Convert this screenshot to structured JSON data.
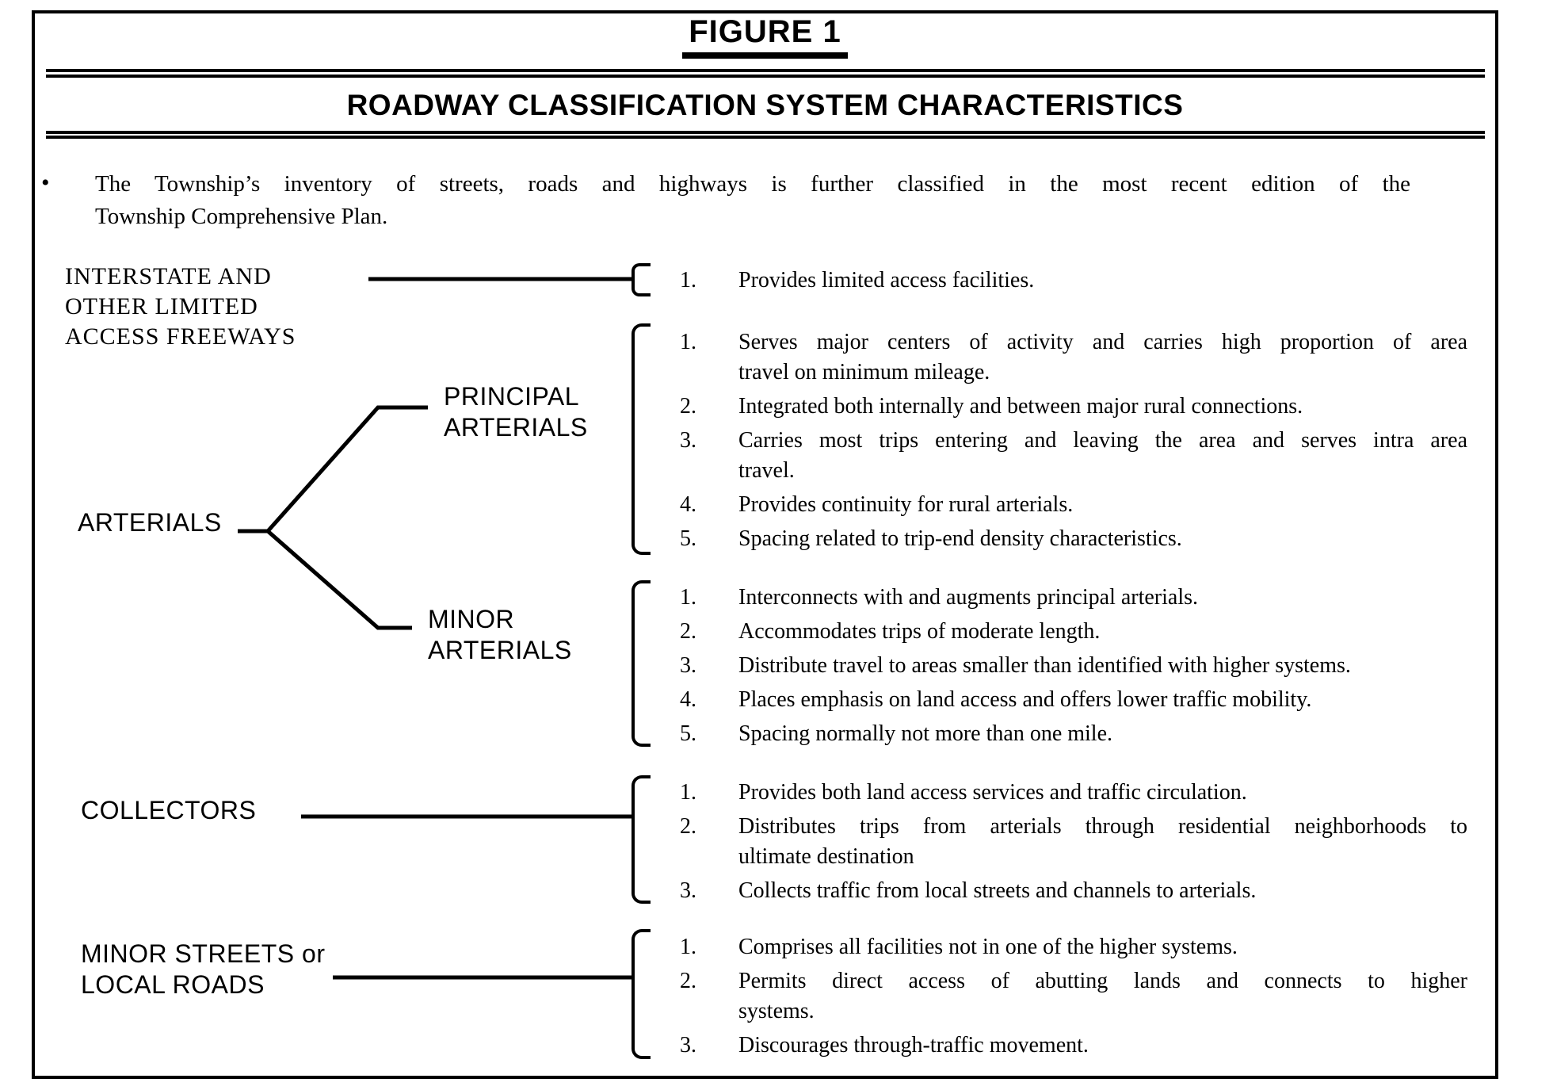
{
  "header": {
    "figure_label": "FIGURE 1",
    "title": "ROADWAY CLASSIFICATION SYSTEM CHARACTERISTICS"
  },
  "intro": {
    "bullet": "•",
    "line1": "The Township’s inventory of streets, roads and highways is further classified in the most recent edition of the",
    "line2": "Township Comprehensive Plan."
  },
  "diagram": {
    "interstate": {
      "label_lines": [
        "INTERSTATE AND",
        "OTHER LIMITED",
        "ACCESS FREEWAYS"
      ],
      "items": [
        {
          "num": "1.",
          "text": "Provides limited access facilities."
        }
      ]
    },
    "arterials": {
      "label": "ARTERIALS"
    },
    "principal": {
      "label_lines": [
        "PRINCIPAL",
        "ARTERIALS"
      ],
      "items": [
        {
          "num": "1.",
          "line1": "Serves major centers of activity and carries high proportion of area",
          "line2": "travel on minimum mileage."
        },
        {
          "num": "2.",
          "text": "Integrated both internally and between major rural connections."
        },
        {
          "num": "3.",
          "line1": "Carries most trips entering and leaving the area and serves intra area",
          "line2": "travel."
        },
        {
          "num": "4.",
          "text": "Provides continuity for rural arterials."
        },
        {
          "num": "5.",
          "text": "Spacing related to trip-end density characteristics."
        }
      ]
    },
    "minor_arterials": {
      "label_lines": [
        "MINOR",
        "ARTERIALS"
      ],
      "items": [
        {
          "num": "1.",
          "text": "Interconnects with and augments principal arterials."
        },
        {
          "num": "2.",
          "text": "Accommodates trips of moderate length."
        },
        {
          "num": "3.",
          "text": "Distribute travel to areas smaller than identified with higher systems."
        },
        {
          "num": "4.",
          "text": "Places emphasis on land access and offers lower traffic mobility."
        },
        {
          "num": "5.",
          "text": "Spacing normally not more than one mile."
        }
      ]
    },
    "collectors": {
      "label_lines": [
        "COLLECTORS"
      ],
      "items": [
        {
          "num": "1.",
          "text": "Provides both land access services and traffic circulation."
        },
        {
          "num": "2.",
          "line1": "Distributes trips from arterials through residential neighborhoods to",
          "line2": "ultimate destination"
        },
        {
          "num": "3.",
          "text": "Collects traffic from local streets and channels to arterials."
        }
      ]
    },
    "minor_streets": {
      "label_lines": [
        "MINOR STREETS or",
        "LOCAL ROADS"
      ],
      "items": [
        {
          "num": "1.",
          "text": "Comprises all facilities not in one of the higher systems."
        },
        {
          "num": "2.",
          "line1": "Permits direct access of abutting lands and connects to higher",
          "line2": "systems."
        },
        {
          "num": "3.",
          "text": "Discourages through-traffic movement."
        }
      ]
    }
  }
}
